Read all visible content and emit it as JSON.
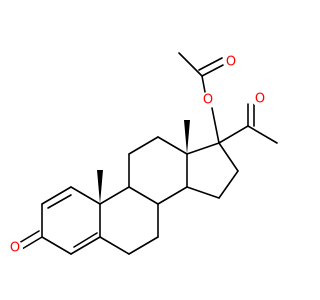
{
  "structure": {
    "atoms": [
      {
        "id": "O_ketone",
        "symbol": "O"
      },
      {
        "id": "O_ester",
        "symbol": "O"
      },
      {
        "id": "O_acetyl_carbonyl",
        "symbol": "O"
      },
      {
        "id": "O_acetoxy_carbonyl",
        "symbol": "O"
      }
    ]
  },
  "colors": {
    "oxygen": "#ff0000",
    "bond": "#000000"
  }
}
